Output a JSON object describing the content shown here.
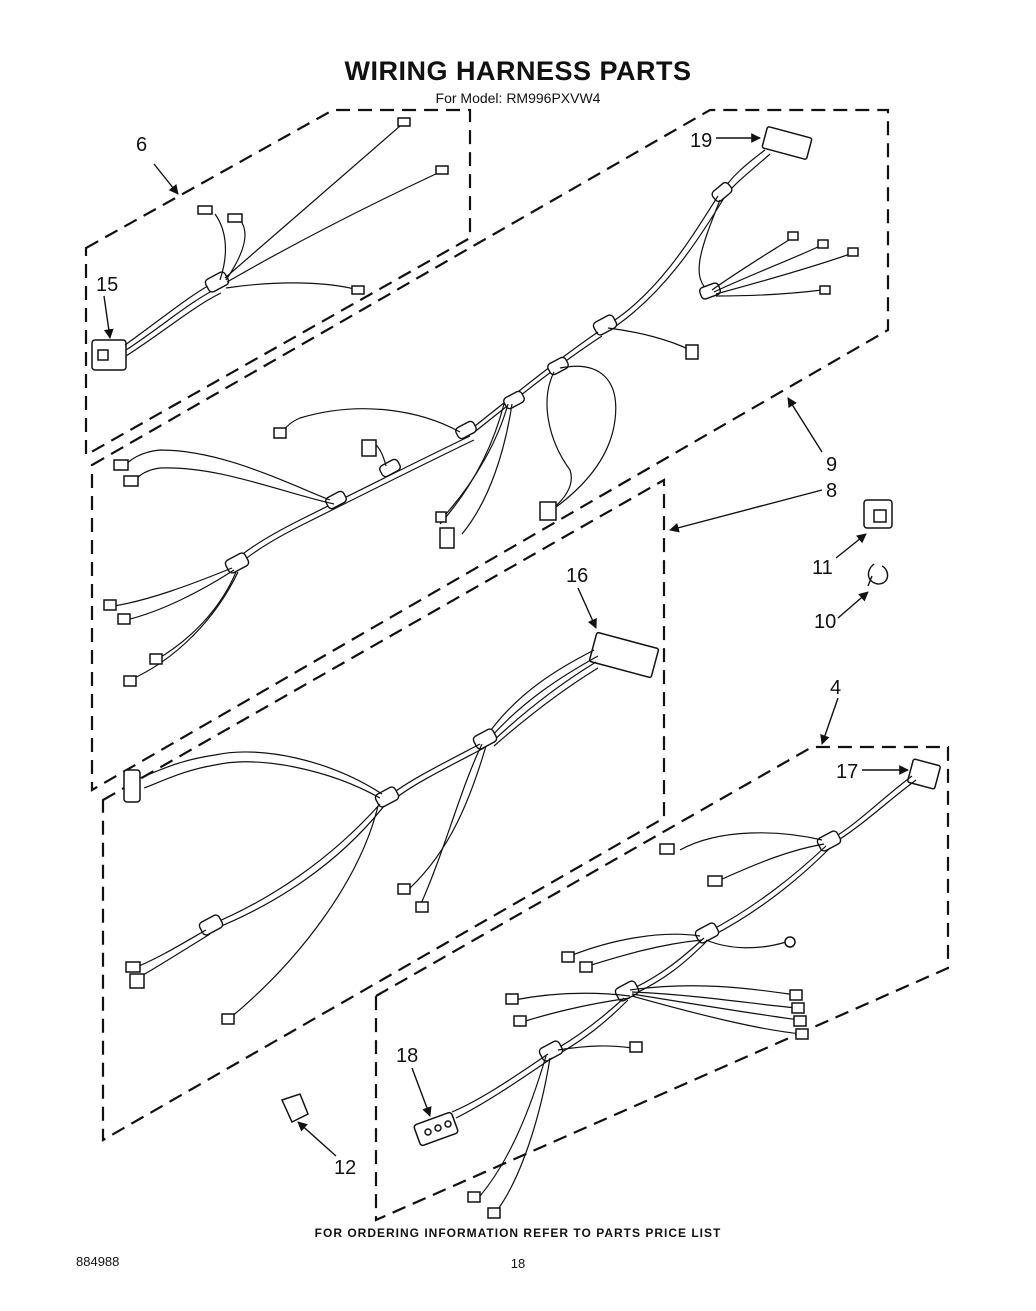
{
  "header": {
    "title": "WIRING HARNESS PARTS",
    "model_line": "For Model: RM996PXVW4"
  },
  "footer": {
    "ordering_note": "FOR ORDERING INFORMATION REFER TO PARTS PRICE LIST",
    "doc_number": "884988",
    "page_number": "18"
  },
  "callouts": {
    "c4": "4",
    "c6": "6",
    "c8": "8",
    "c9": "9",
    "c10": "10",
    "c11": "11",
    "c12": "12",
    "c15": "15",
    "c16": "16",
    "c17": "17",
    "c18": "18",
    "c19": "19"
  }
}
